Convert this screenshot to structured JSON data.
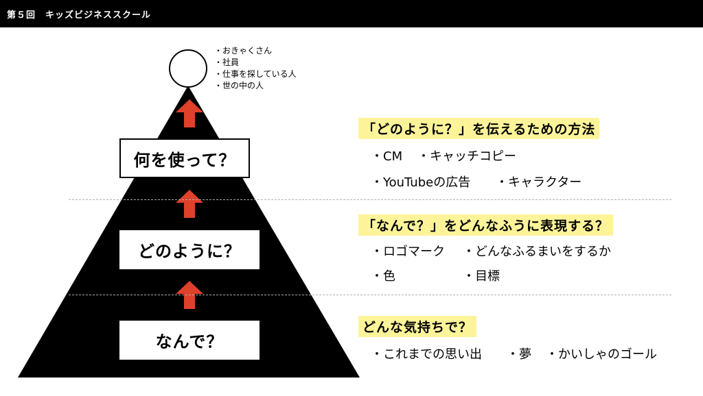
{
  "header": {
    "title": "第５回　キッズビジネススクール"
  },
  "colors": {
    "arrow": "#e0412b",
    "highlight": "#fdf49a",
    "pyramid": "#000000"
  },
  "audience": [
    "・おきゃくさん",
    "・社員",
    "・仕事を探している人",
    "・世の中の人"
  ],
  "levels": {
    "top": "何を使って？",
    "middle": "どのように？",
    "bottom": "なんで？"
  },
  "sections": {
    "top": {
      "heading": "「どのように？」を伝えるための方法",
      "items": [
        "・CM",
        "・キャッチコピー",
        "・YouTubeの広告",
        "・キャラクター"
      ]
    },
    "middle": {
      "heading": "「なんで？」をどんなふうに表現する？",
      "items": [
        "・ロゴマーク",
        "・どんなふるまいをするか",
        "・色",
        "・目標"
      ]
    },
    "bottom": {
      "heading": "どんな気持ちで？",
      "items": [
        "・これまでの思い出",
        "・夢",
        "・かいしゃのゴール"
      ]
    }
  }
}
